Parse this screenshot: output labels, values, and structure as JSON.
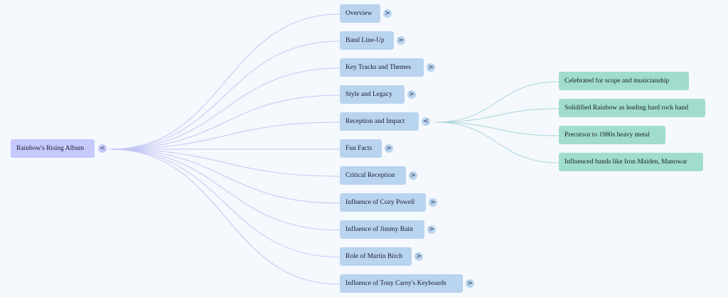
{
  "mindmap": {
    "root": {
      "label": "Rainbow's Rising Album",
      "toggle": "<"
    },
    "branches": [
      {
        "label": "Overview",
        "toggle": ">"
      },
      {
        "label": "Band Line-Up",
        "toggle": ">"
      },
      {
        "label": "Key Tracks and Themes",
        "toggle": ">"
      },
      {
        "label": "Style and Legacy",
        "toggle": ">"
      },
      {
        "label": "Reception and Impact",
        "toggle": "<"
      },
      {
        "label": "Fun Facts",
        "toggle": ">"
      },
      {
        "label": "Critical Reception",
        "toggle": ">"
      },
      {
        "label": "Influence of Cozy Powell",
        "toggle": ">"
      },
      {
        "label": "Influence of Jimmy Bain",
        "toggle": ">"
      },
      {
        "label": "Role of Martin Birch",
        "toggle": ">"
      },
      {
        "label": "Influence of Tony Carey's Keyboards",
        "toggle": ">"
      }
    ],
    "reception_children": [
      {
        "label": "Celebrated for scope and musicianship"
      },
      {
        "label": "Solidified Rainbow as leading hard rock band"
      },
      {
        "label": "Precursor to 1980s heavy metal"
      },
      {
        "label": "Influenced bands like Iron Maiden, Manowar"
      }
    ],
    "colors": {
      "background": "#f5f8fc",
      "root_node": "#c5c9fb",
      "branch_node": "#b9d4ef",
      "leaf_node": "#a0ddcc",
      "root_links": "#c3c6f3",
      "leaf_links": "#a9d5dc"
    }
  }
}
